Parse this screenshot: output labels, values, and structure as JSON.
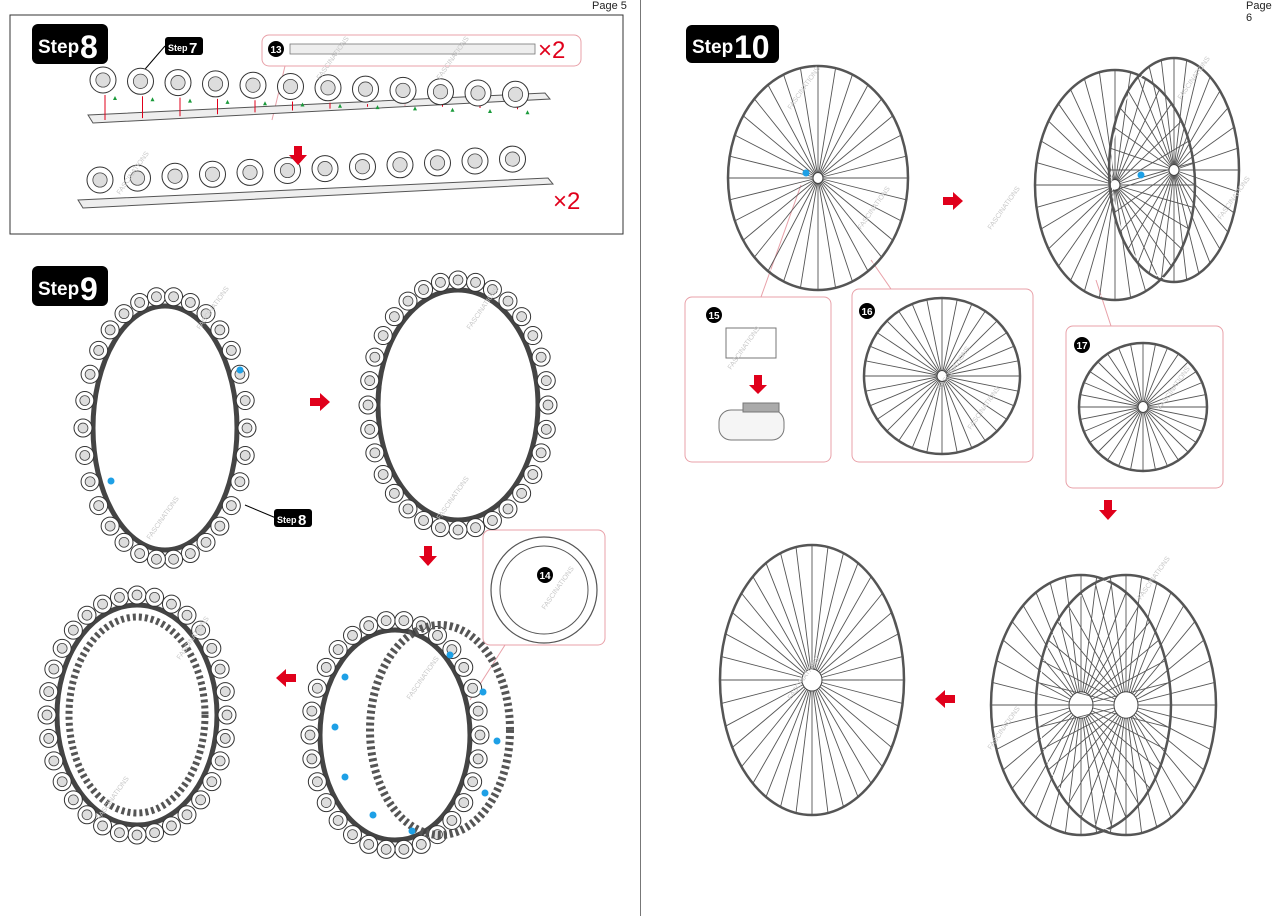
{
  "pages": {
    "left": {
      "label": "Page 5"
    },
    "right": {
      "label": "Page 6"
    }
  },
  "steps": {
    "step8": {
      "word": "Step",
      "num": "8",
      "ref_word": "Step",
      "ref_num": "7",
      "part": "13",
      "mult_part": "×2",
      "mult_row": "×2"
    },
    "step9": {
      "word": "Step",
      "num": "9",
      "ref_word": "Step",
      "ref_num": "8",
      "part": "14"
    },
    "step10": {
      "word": "Step",
      "num": "10",
      "part_a": "15",
      "part_b": "16",
      "part_c": "17"
    }
  },
  "watermark": "FASCINATIONS",
  "colors": {
    "accent": "#e0001b",
    "callout_border": "#e8a0a8",
    "blue_dot": "#1ea0e6",
    "green_mark": "#1a9a3a",
    "label_bg": "#000000"
  }
}
